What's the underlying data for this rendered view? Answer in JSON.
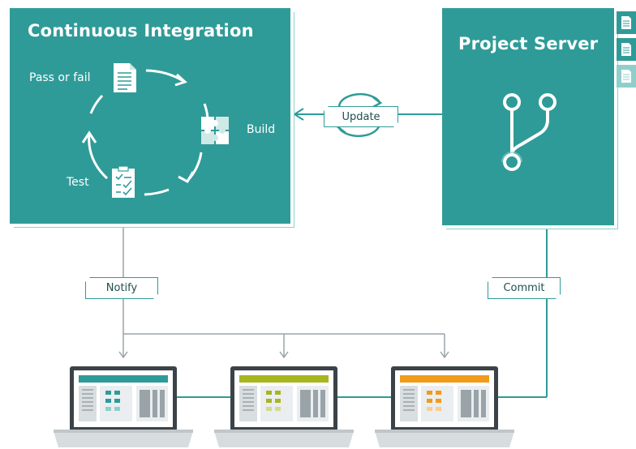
{
  "ci": {
    "title": "Continuous Integration",
    "steps": {
      "pass_or_fail": "Pass or fail",
      "build": "Build",
      "test": "Test"
    }
  },
  "server": {
    "title": "Project Server"
  },
  "connectors": {
    "update": "Update",
    "notify": "Notify",
    "commit": "Commit"
  },
  "colors": {
    "teal": "#2f9b98",
    "teal_light": "#8fcfcb",
    "laptop_1_accent": "#2f9b98",
    "laptop_2_accent": "#a7b51f",
    "laptop_3_accent": "#f29a1b"
  }
}
